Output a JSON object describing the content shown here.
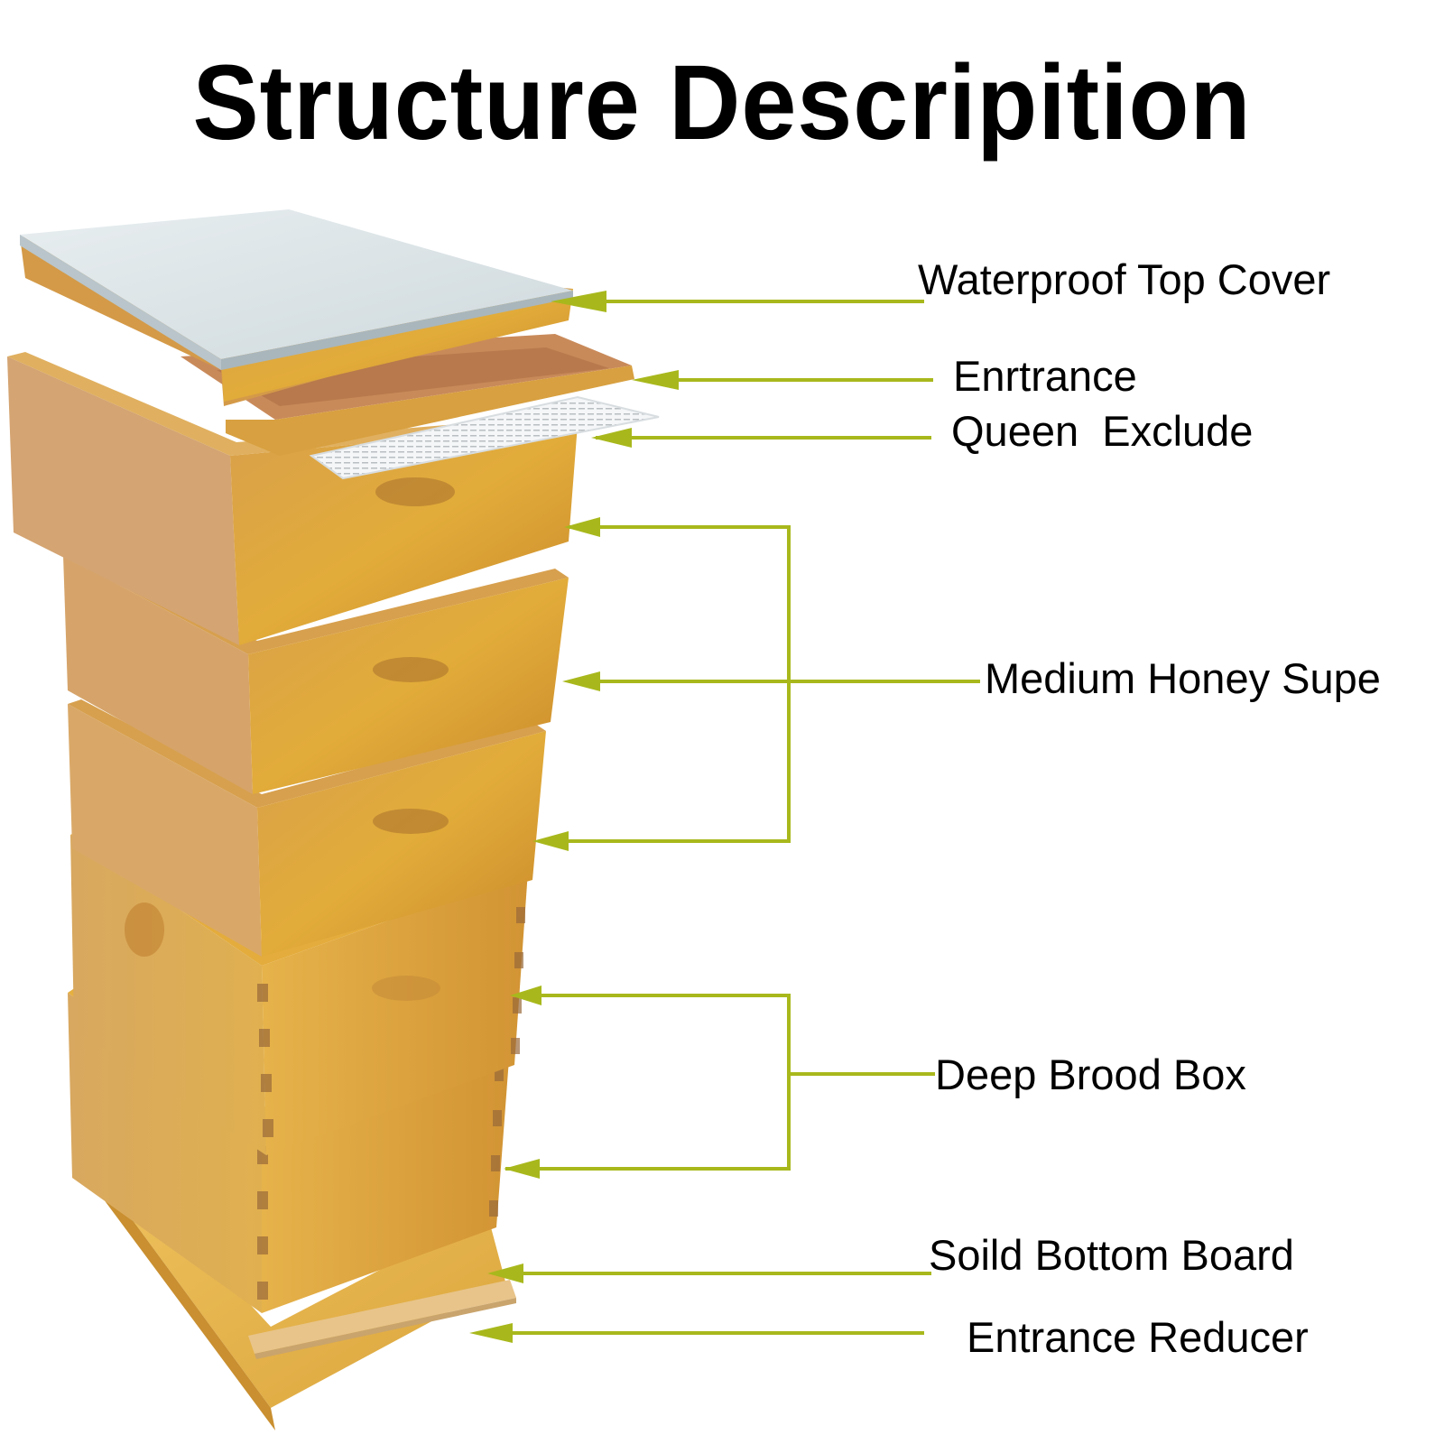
{
  "title": "Structure Descripition",
  "accent_color": "#a8b81c",
  "labels": {
    "top_cover": "Waterproof Top Cover",
    "entrance": "Enrtrance",
    "queen_excluder": "Queen  Exclude",
    "medium_honey_super": "Medium Honey Supe",
    "deep_brood_box": "Deep Brood Box",
    "bottom_board": "Soild Bottom Board",
    "entrance_reducer": "Entrance Reducer"
  },
  "parts": [
    {
      "id": "top-cover",
      "name": "Waterproof Top Cover",
      "count": 1
    },
    {
      "id": "inner-cover",
      "name": "Enrtrance",
      "count": 1
    },
    {
      "id": "queen-excluder",
      "name": "Queen Exclude",
      "count": 1
    },
    {
      "id": "medium-honey-super",
      "name": "Medium Honey Supe",
      "count": 3
    },
    {
      "id": "deep-brood-box",
      "name": "Deep Brood Box",
      "count": 2
    },
    {
      "id": "bottom-board",
      "name": "Soild Bottom Board",
      "count": 1
    },
    {
      "id": "entrance-reducer",
      "name": "Entrance Reducer",
      "count": 1
    }
  ]
}
